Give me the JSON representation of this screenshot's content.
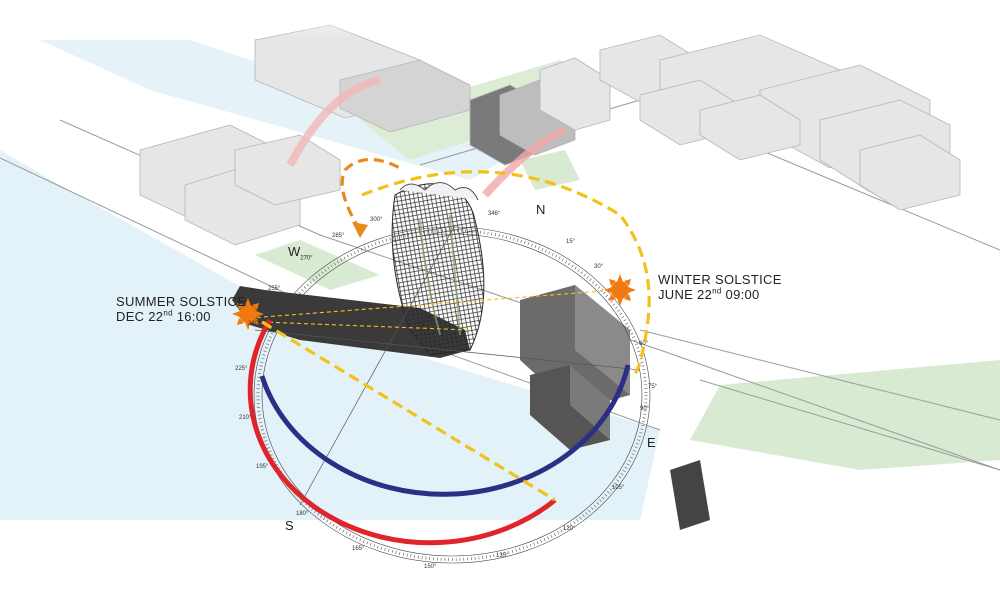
{
  "labels": {
    "summer": {
      "line1": "SUMMER SOLSTICE",
      "date_prefix": "DEC 22",
      "date_sup": "nd",
      "time": "16:00"
    },
    "winter": {
      "line1": "WINTER SOLSTICE",
      "date_prefix": "JUNE 22",
      "date_sup": "nd",
      "time": "09:00"
    }
  },
  "compass": {
    "north": "N",
    "south": "S",
    "east": "E",
    "west": "W",
    "west_sub": "270°"
  },
  "degree_ticks": [
    {
      "label": "346°"
    },
    {
      "label": "15°"
    },
    {
      "label": "30°"
    },
    {
      "label": "60°"
    },
    {
      "label": "75°"
    },
    {
      "label": "90°"
    },
    {
      "label": "105°"
    },
    {
      "label": "120°"
    },
    {
      "label": "135°"
    },
    {
      "label": "150°"
    },
    {
      "label": "165°"
    },
    {
      "label": "180°"
    },
    {
      "label": "195°"
    },
    {
      "label": "210°"
    },
    {
      "label": "225°"
    },
    {
      "label": "240°"
    },
    {
      "label": "255°"
    },
    {
      "label": "285°"
    },
    {
      "label": "300°"
    }
  ],
  "colors": {
    "water": "#e3f1f8",
    "grass": "#d8ead2",
    "building": "#e6e6e6",
    "shadow": "#3a3a3a",
    "summer_arc": "#e0242b",
    "winter_arc": "#2b2f85",
    "path_yellow": "#f2c21b",
    "path_orange": "#e88a1a",
    "sun": "#f07a10"
  }
}
